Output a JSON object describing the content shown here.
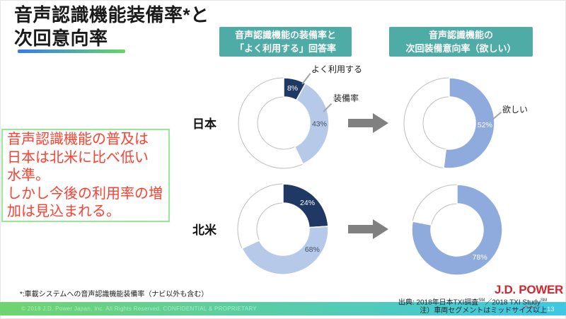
{
  "slide": {
    "title": {
      "line1": "音声認識機能装備率*と",
      "line2": "次回意向率"
    }
  },
  "headers": [
    {
      "lines": [
        "音声認識機能の装備率と",
        "「よく利用する」回答率"
      ]
    },
    {
      "lines": [
        "音声認識機能の",
        "次回装備意向率（欲しい）"
      ]
    }
  ],
  "rows": [
    {
      "label": "日本"
    },
    {
      "label": "北米"
    }
  ],
  "message_box": {
    "lines": [
      "音声認識機能の普及は",
      "日本は北米に比べ低い",
      "水準。",
      "しかし今後の利用率の増",
      "加は見込まれる。"
    ]
  },
  "callouts": {
    "often_use": "よく利用する",
    "equip_rate": "装備率",
    "want": "欲しい"
  },
  "chart_data": [
    {
      "type": "donut",
      "id": "jp-usage",
      "row": "日本",
      "title": "音声認識機能の装備率と「よく利用する」回答率",
      "segments": [
        {
          "name": "よく利用する",
          "arc_pct": 8,
          "total_pct": 8,
          "label": "8%",
          "color": "dark_navy",
          "label_color": "#FFFFFF"
        },
        {
          "name": "装備率",
          "arc_pct": 35,
          "total_pct": 43,
          "label": "43%",
          "color": "light_blue",
          "label_color": "#44506B"
        }
      ]
    },
    {
      "type": "donut",
      "id": "jp-intent",
      "row": "日本",
      "title": "音声認識機能の次回装備意向率（欲しい）",
      "segments": [
        {
          "name": "欲しい",
          "arc_pct": 52,
          "total_pct": 52,
          "label": "52%",
          "color": "medium_blue",
          "label_color": "#FFFFFF"
        }
      ]
    },
    {
      "type": "donut",
      "id": "na-usage",
      "row": "北米",
      "title": "音声認識機能の装備率と「よく利用する」回答率",
      "segments": [
        {
          "name": "よく利用する",
          "arc_pct": 24,
          "total_pct": 24,
          "label": "24%",
          "color": "dark_navy",
          "label_color": "#FFFFFF"
        },
        {
          "name": "装備率",
          "arc_pct": 44,
          "total_pct": 68,
          "label": "68%",
          "color": "light_blue",
          "label_color": "#44506B",
          "label_angle": 125
        }
      ]
    },
    {
      "type": "donut",
      "id": "na-intent",
      "row": "北米",
      "title": "音声認識機能の次回装備意向率（欲しい）",
      "segments": [
        {
          "name": "欲しい",
          "arc_pct": 78,
          "total_pct": 78,
          "label": "78%",
          "color": "medium_blue",
          "label_color": "#FFFFFF"
        }
      ]
    }
  ],
  "colors": {
    "dark_navy": "#1F3864",
    "light_blue": "#B7C9E8",
    "medium_blue": "#8FAADC",
    "empty_stroke": "#BFBFBF",
    "arrow": "#808080",
    "header_bg": "#4FABA6",
    "logo_red": "#D22630",
    "message_red": "#FF4030",
    "message_border": "#97E897",
    "underline_from": "#377BF0",
    "underline_to": "#62D862",
    "bar_from": "#6FD46F",
    "bar_to": "#3FC7E4"
  },
  "footnote": "*:車載システムへの音声認識機能装備率（ナビ以外も含む）",
  "footer": {
    "copyright": "© 2018 J.D. Power Japan, Inc. All Rights Reserved. CONFIDENTIAL & PROPRIETARY",
    "logo": "J.D. POWER",
    "source_prefix": "出典: 2018年日本TXI調査",
    "sm1": "SM",
    "source_mid": "／2018 TXI ",
    "source_study": "Study",
    "sm2": "SM",
    "note": "注）車両セグメントはミッドサイズ以上",
    "page": "13"
  }
}
